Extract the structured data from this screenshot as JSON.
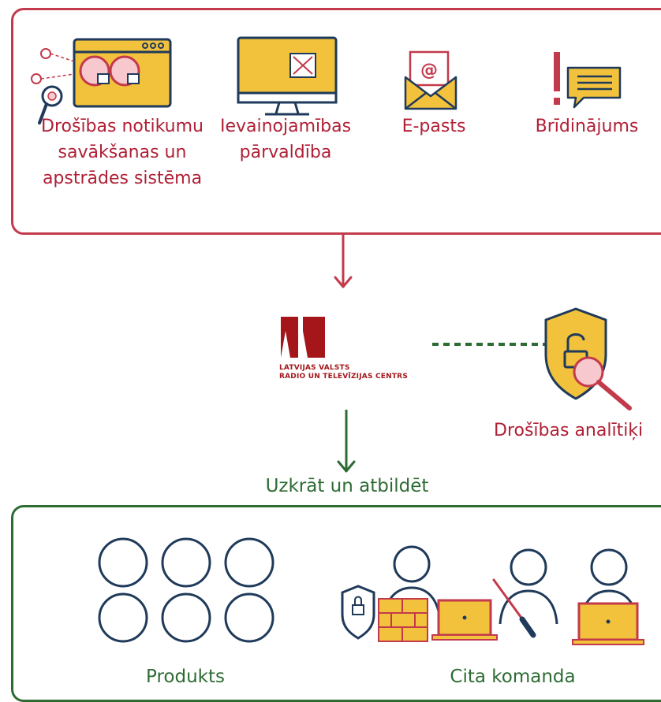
{
  "sources": {
    "siem_label": "Drošības notikumu savākšanas un apstrādes sistēma",
    "vuln_label": "Ievainojamības pārvaldība",
    "email_label": "E-pasts",
    "alert_label": "Brīdinājums"
  },
  "center": {
    "logo_line1": "LATVIJAS VALSTS",
    "logo_line2": "RADIO UN TELEVĪZIJAS CENTRS",
    "analyst_label": "Drošības analītiķi",
    "action_label": "Uzkrāt un atbildēt"
  },
  "outputs": {
    "products_label": "Produkts",
    "team_label": "Cita komanda"
  },
  "colors": {
    "red": "#c23a4b",
    "text_red": "#b01f35",
    "green": "#2e6b33",
    "yellow": "#f2c23c",
    "navy": "#1f3a5a",
    "logo_red": "#a4161a"
  }
}
